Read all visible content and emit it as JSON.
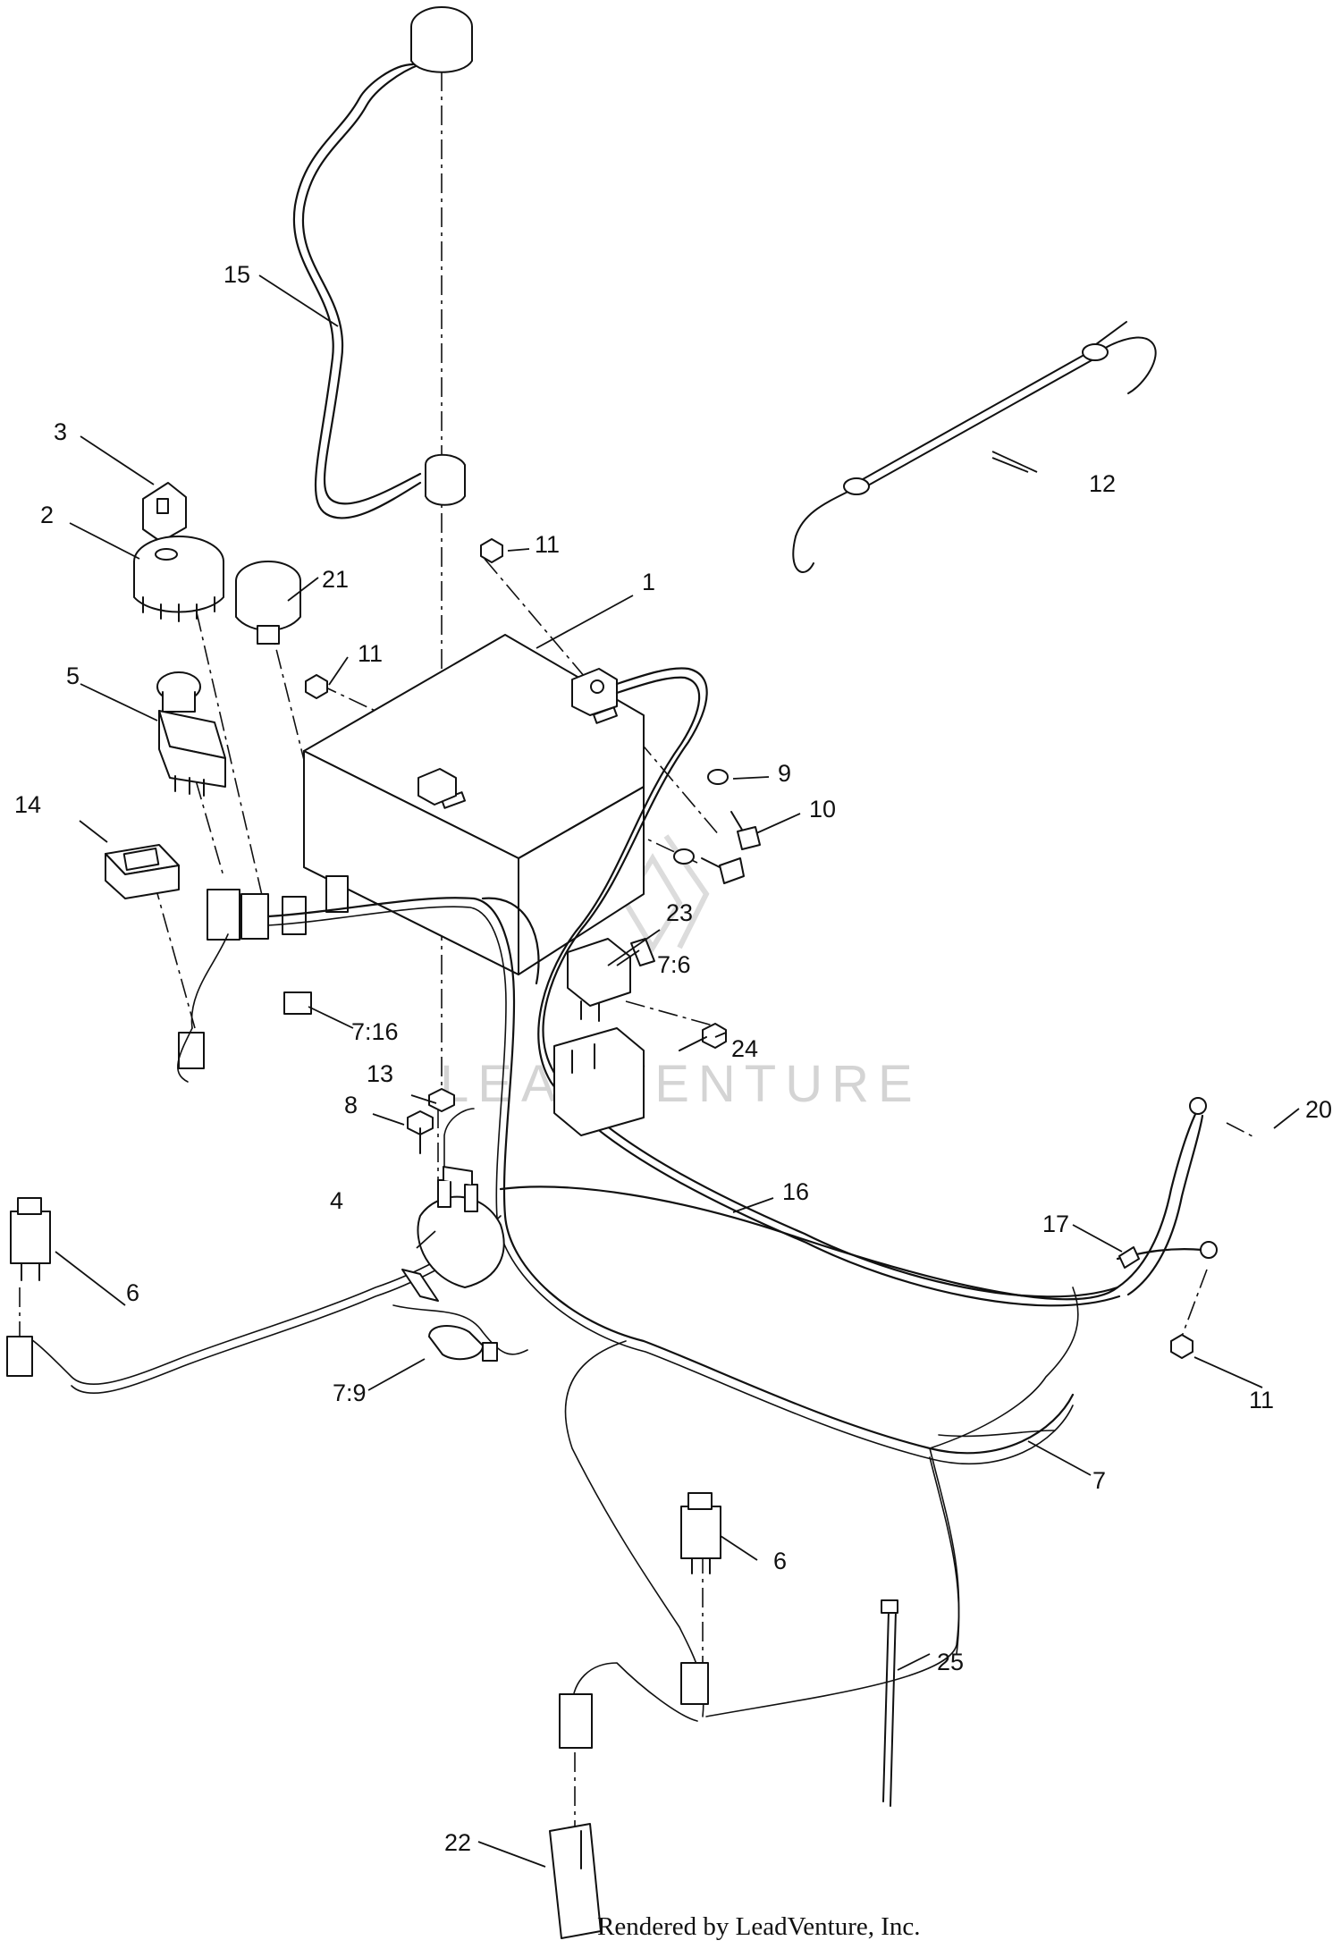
{
  "watermark": "LEADVENTURE",
  "credit": "Rendered by LeadVenture, Inc.",
  "callouts": {
    "c1": "1",
    "c2": "2",
    "c3": "3",
    "c4": "4",
    "c5": "5",
    "c6a": "6",
    "c6b": "6",
    "c7": "7",
    "c7_6": "7:6",
    "c7_9": "7:9",
    "c7_16": "7:16",
    "c8": "8",
    "c9": "9",
    "c10": "10",
    "c11a": "11",
    "c11b": "11",
    "c11c": "11",
    "c12": "12",
    "c13": "13",
    "c14": "14",
    "c15": "15",
    "c16": "16",
    "c17": "17",
    "c20": "20",
    "c21": "21",
    "c22": "22",
    "c23": "23",
    "c24": "24",
    "c25": "25"
  }
}
